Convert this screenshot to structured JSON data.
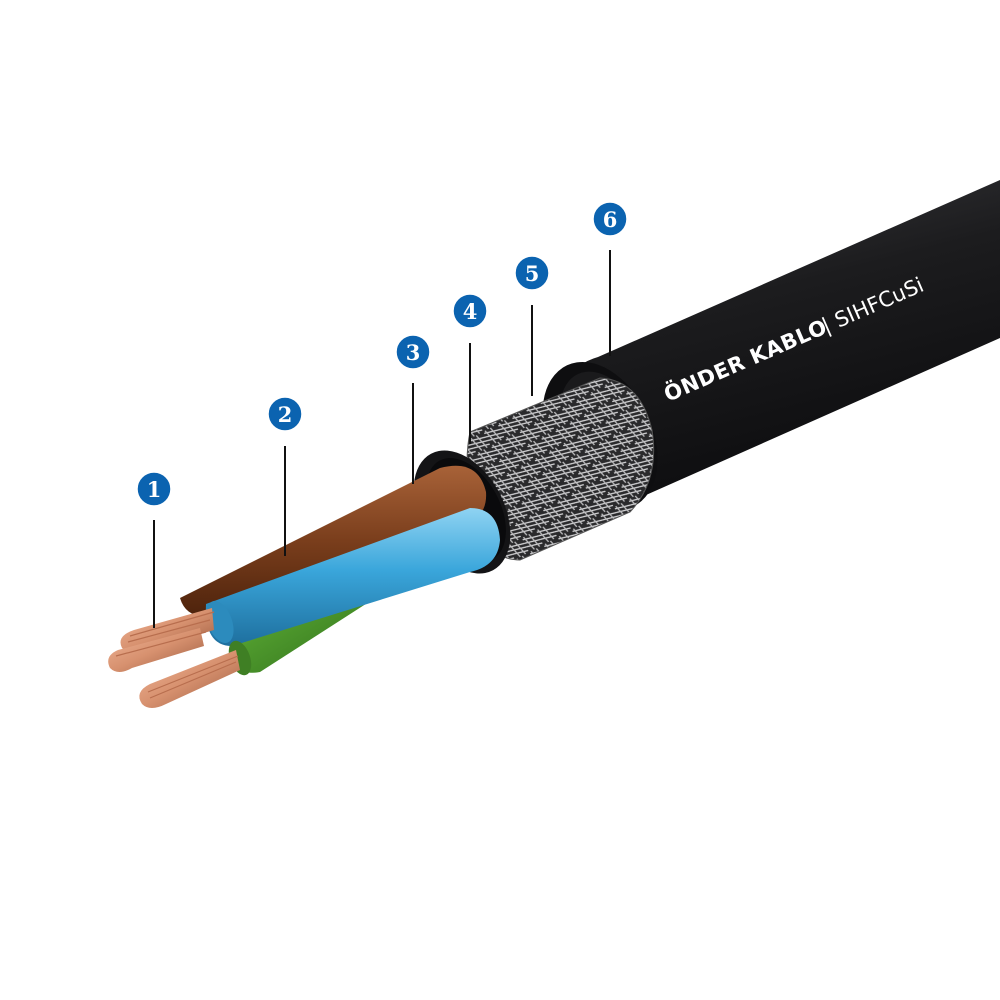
{
  "brand": "ÖNDER KABLO",
  "separator": "|",
  "model": "SIHFCuSi",
  "callouts": [
    "1",
    "2",
    "3",
    "4",
    "5",
    "6"
  ],
  "colors": {
    "callout_fill": "#0b63b0",
    "jacket": "#1c1c1e",
    "inner_sheath": "#141416",
    "braid": "#c9c9cb",
    "brown_core": "#7a3e1c",
    "blue_core": "#3aa6db",
    "earth_core": "#4f9a2d",
    "copper": "#d7916f"
  }
}
